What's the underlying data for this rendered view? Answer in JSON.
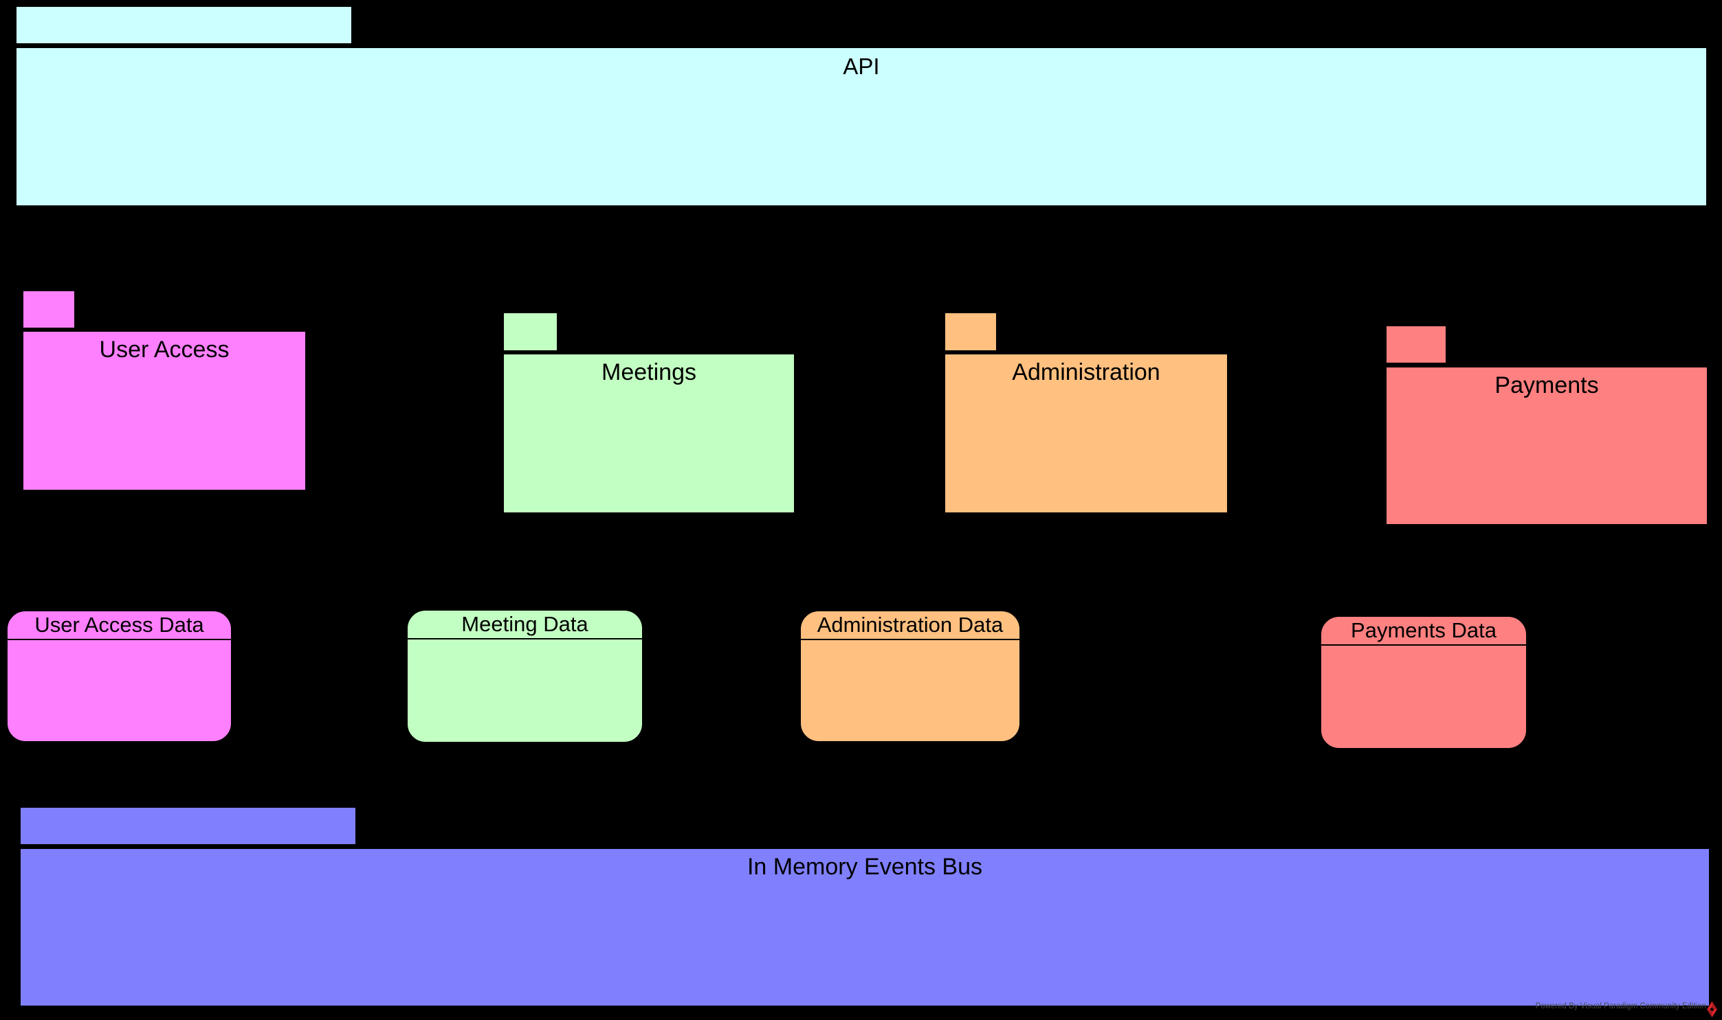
{
  "packages": {
    "api": {
      "label": "API",
      "color": "#CCFFFF"
    },
    "user_access": {
      "label": "User Access",
      "color": "#FF80FF"
    },
    "meetings": {
      "label": "Meetings",
      "color": "#C2FFC2"
    },
    "administration": {
      "label": "Administration",
      "color": "#FFC080"
    },
    "payments": {
      "label": "Payments",
      "color": "#FF8080"
    },
    "events_bus": {
      "label": "In Memory Events Bus",
      "color": "#8080FF"
    }
  },
  "data_nodes": {
    "user_access_data": {
      "label": "User Access Data",
      "color": "#FF80FF"
    },
    "meeting_data": {
      "label": "Meeting Data",
      "color": "#C2FFC2"
    },
    "administration_data": {
      "label": "Administration Data",
      "color": "#FFC080"
    },
    "payments_data": {
      "label": "Payments Data",
      "color": "#FF8080"
    }
  },
  "watermark": {
    "text": "Powered By Visual Paradigm Community Edition",
    "text_color": "#474747",
    "logo_color": "#D9252B"
  },
  "background_color": "#000000"
}
